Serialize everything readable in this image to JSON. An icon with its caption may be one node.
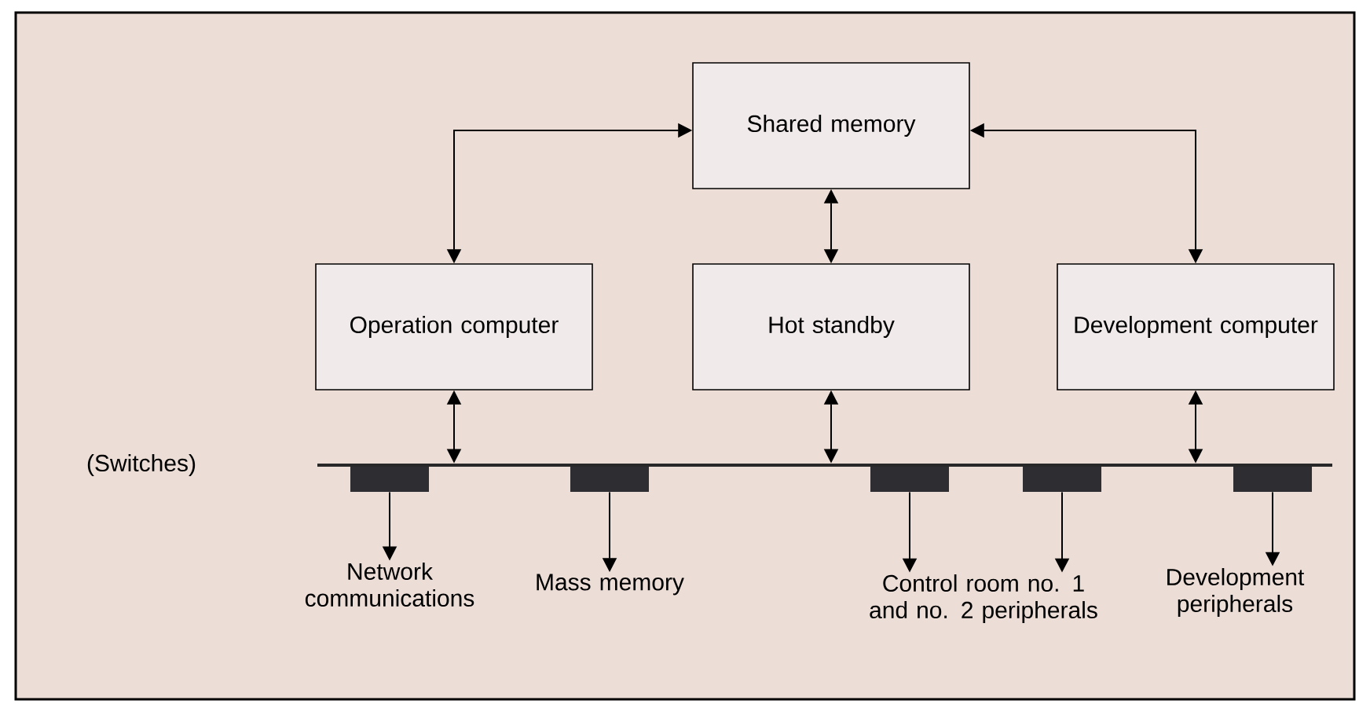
{
  "diagram": {
    "nodes": [
      {
        "text": [
          "Shared memory"
        ]
      },
      {
        "text": [
          "Operation computer"
        ]
      },
      {
        "text": [
          "Hot standby"
        ]
      },
      {
        "text": [
          "Development computer"
        ]
      },
      {
        "text": [],
        "shape": "line"
      },
      {
        "text": [],
        "shape": "bar"
      },
      {
        "text": [],
        "shape": "bar"
      },
      {
        "text": [],
        "shape": "bar"
      },
      {
        "text": [],
        "shape": "bar"
      },
      {
        "text": [],
        "shape": "bar"
      },
      {
        "text": [
          "Network communications"
        ]
      },
      {
        "text": [
          "Mass memory"
        ]
      },
      {
        "text": [
          "Control room no. 1 and no. 2 peripherals"
        ]
      },
      {
        "text": [
          "Development peripherals"
        ]
      }
    ],
    "edges": [
      {
        "from": 0,
        "to": 1,
        "arrow": "both"
      },
      {
        "from": 0,
        "to": 2,
        "arrow": "both"
      },
      {
        "from": 0,
        "to": 3,
        "arrow": "both"
      },
      {
        "from": 1,
        "to": 4,
        "arrow": "both"
      },
      {
        "from": 2,
        "to": 4,
        "arrow": "both"
      },
      {
        "from": 3,
        "to": 4,
        "arrow": "both"
      },
      {
        "from": 5,
        "to": 10,
        "arrow": "to"
      },
      {
        "from": 6,
        "to": 11,
        "arrow": "to"
      },
      {
        "from": 7,
        "to": 12,
        "arrow": "to"
      },
      {
        "from": 8,
        "to": 12,
        "arrow": "to"
      },
      {
        "from": 9,
        "to": 13,
        "arrow": "to"
      }
    ],
    "labels": [
      "(Switches)"
    ]
  }
}
